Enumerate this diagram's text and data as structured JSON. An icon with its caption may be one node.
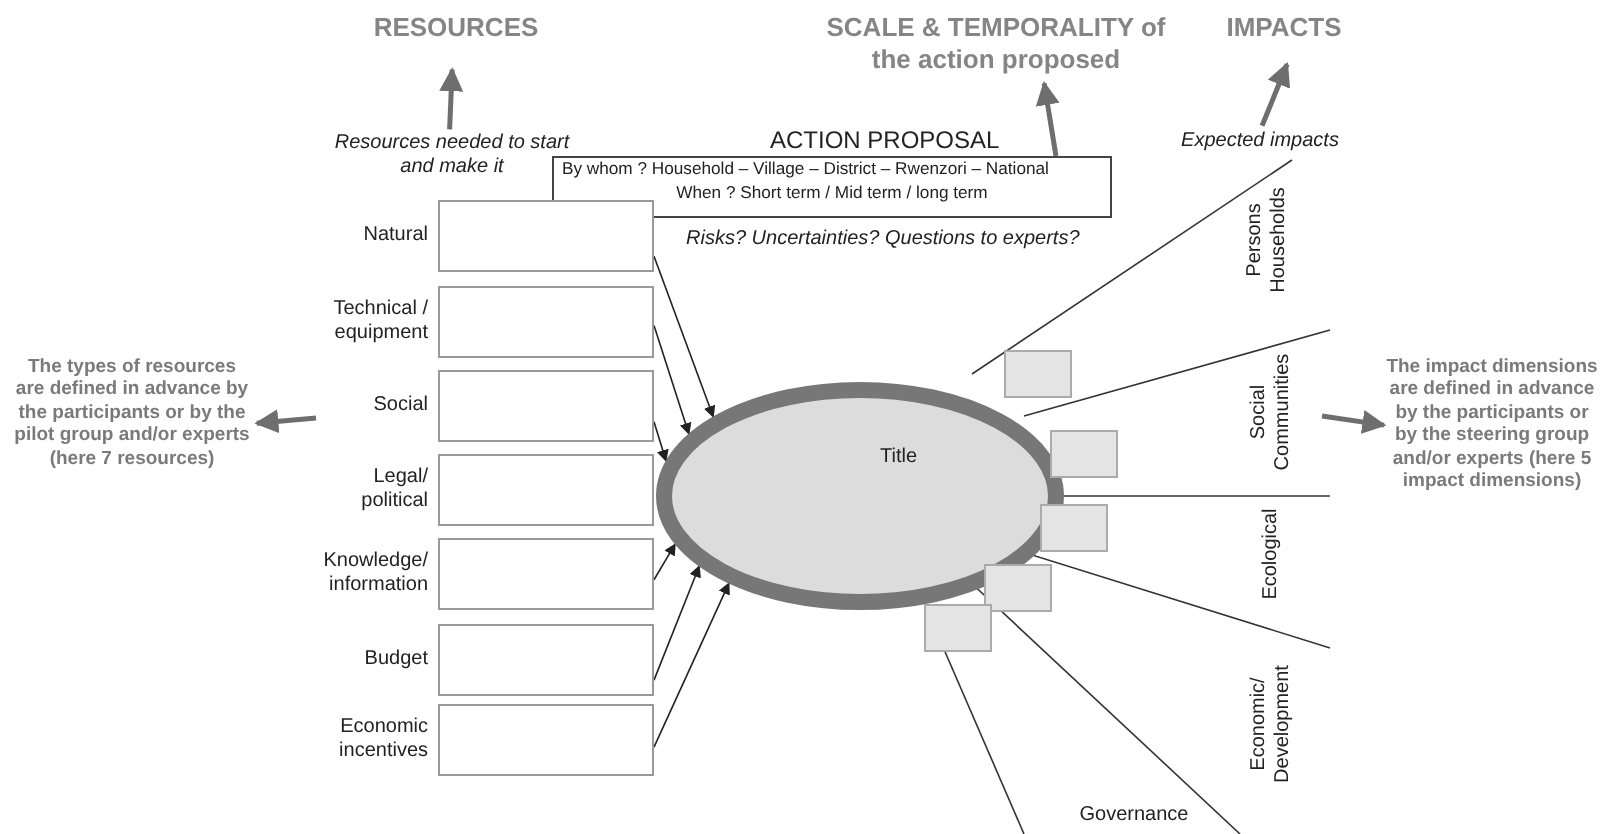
{
  "diagram": {
    "nodes": [
      {
        "text": [
          "RESOURCES"
        ]
      },
      {
        "text": [
          "Resources needed to start and make it"
        ]
      },
      {
        "text": [
          "SCALE & TEMPORALITY of the action proposed"
        ]
      },
      {
        "text": [
          "IMPACTS"
        ]
      },
      {
        "text": [
          "Expected impacts"
        ]
      },
      {
        "text": [
          "ACTION PROPOSAL",
          "By whom ? Household – Village – District – Rwenzori – National",
          "When ? Short term / Mid term / long term"
        ]
      },
      {
        "text": [],
        "shape": "box",
        "beside": [
          "Natural"
        ]
      },
      {
        "text": [],
        "shape": "box",
        "beside": [
          "Technical / equipment"
        ]
      },
      {
        "text": [],
        "shape": "box",
        "beside": [
          "Social"
        ]
      },
      {
        "text": [],
        "shape": "box",
        "beside": [
          "Legal/ political"
        ]
      },
      {
        "text": [],
        "shape": "box",
        "beside": [
          "Knowledge/ information"
        ]
      },
      {
        "text": [],
        "shape": "box",
        "beside": [
          "Budget"
        ]
      },
      {
        "text": [],
        "shape": "box",
        "beside": [
          "Economic incentives"
        ]
      },
      {
        "text": [
          "Title"
        ]
      },
      {
        "text": [],
        "shape": "box"
      },
      {
        "text": [],
        "shape": "box"
      },
      {
        "text": [],
        "shape": "box"
      },
      {
        "text": [],
        "shape": "box"
      },
      {
        "text": [],
        "shape": "box"
      },
      {
        "text": [
          "The types of resources are defined in advance by the participants or by the pilot group and/or experts (here 7 resources)"
        ]
      },
      {
        "text": [
          "The impact dimensions are defined in advance by the participants or by the steering group and/or experts (here 5 impact dimensions)"
        ]
      }
    ],
    "edges": [
      {
        "from": 1,
        "to": 0,
        "arrow": "to",
        "style": "thick",
        "color": "#6e6e6e"
      },
      {
        "from": 5,
        "to": 2,
        "arrow": "to",
        "style": "thick",
        "color": "#6e6e6e"
      },
      {
        "from": 4,
        "to": 3,
        "arrow": "to",
        "style": "thick",
        "color": "#6e6e6e"
      },
      {
        "from": 6,
        "to": 13,
        "arrow": "to"
      },
      {
        "from": 7,
        "to": 13,
        "arrow": "to"
      },
      {
        "from": 8,
        "to": 13,
        "arrow": "to"
      },
      {
        "from": 10,
        "to": 13,
        "arrow": "to"
      },
      {
        "from": 11,
        "to": 13,
        "arrow": "to"
      },
      {
        "from": 12,
        "to": 13,
        "arrow": "to"
      },
      {
        "from": null,
        "to": 19,
        "arrow": "to",
        "style": "thick",
        "color": "#6e6e6e"
      },
      {
        "from": null,
        "to": 20,
        "arrow": "to",
        "style": "thick",
        "color": "#6e6e6e"
      }
    ],
    "labels": [
      "Risks? Uncertainties? Questions to experts?",
      "Persons Households",
      "Social Communities",
      "Ecological",
      "Economic/ Development",
      "Governance"
    ]
  }
}
